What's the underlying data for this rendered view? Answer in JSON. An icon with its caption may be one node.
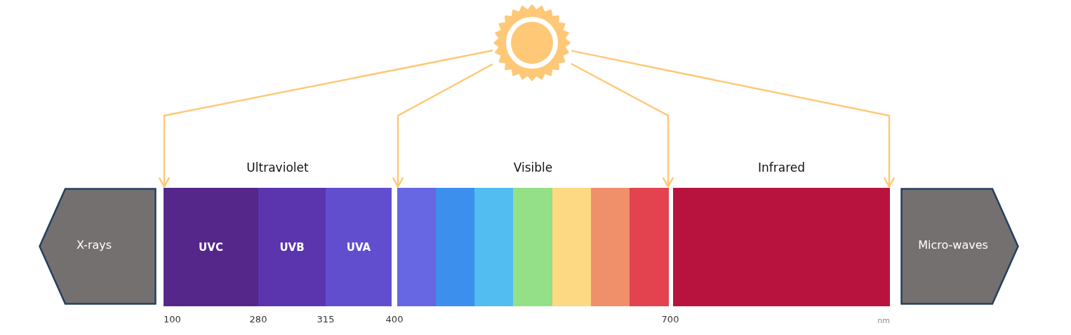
{
  "diagram": {
    "nodes": [
      {
        "text": [],
        "shape": "picture"
      },
      {
        "text": [
          "X-rays"
        ]
      },
      {
        "text": [
          "Ultraviolet"
        ]
      },
      {
        "text": [
          "UVC"
        ],
        "in": 2
      },
      {
        "text": [
          "UVB"
        ],
        "in": 2
      },
      {
        "text": [
          "UVA"
        ],
        "in": 2
      },
      {
        "text": [
          "Visible"
        ]
      },
      {
        "text": [],
        "shape": "box",
        "in": 6
      },
      {
        "text": [],
        "shape": "box",
        "in": 6
      },
      {
        "text": [],
        "shape": "box",
        "in": 6
      },
      {
        "text": [],
        "shape": "box",
        "in": 6
      },
      {
        "text": [],
        "shape": "box",
        "in": 6
      },
      {
        "text": [],
        "shape": "box",
        "in": 6
      },
      {
        "text": [],
        "shape": "box",
        "in": 6
      },
      {
        "text": [
          "Infrared"
        ]
      },
      {
        "text": [
          "Micro-waves"
        ]
      }
    ],
    "edges": [
      {
        "from": 0,
        "to": 3,
        "arrow": "to"
      },
      {
        "from": 0,
        "to": 7,
        "arrow": "to"
      },
      {
        "from": 0,
        "to": 13,
        "arrow": "to"
      },
      {
        "from": 0,
        "to": 14,
        "arrow": "to"
      }
    ],
    "labels": [
      "100",
      "280",
      "315",
      "400",
      "700",
      "nm"
    ]
  }
}
